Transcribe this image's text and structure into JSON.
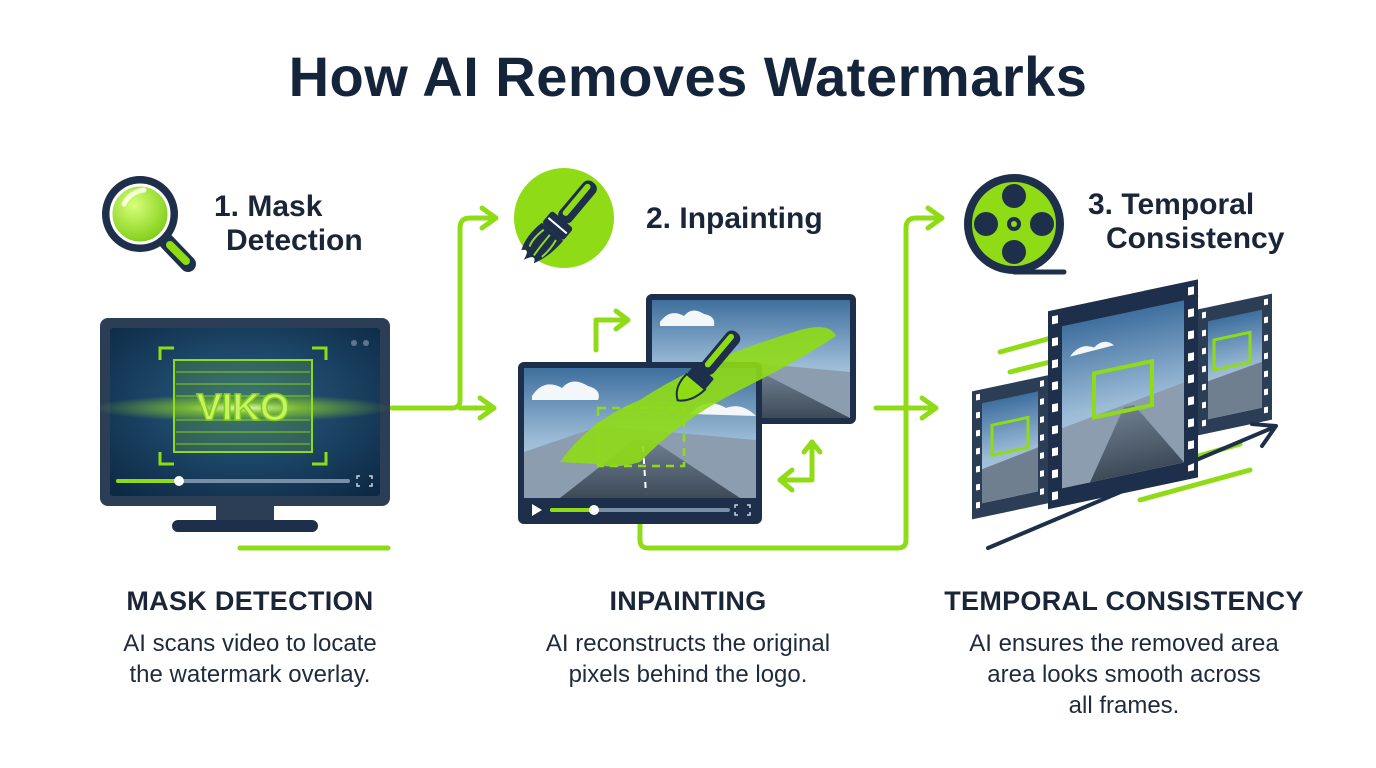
{
  "title": "How AI Removes Watermarks",
  "colors": {
    "accent": "#8fdc16",
    "navy": "#1d2f4a",
    "text": "#14243b"
  },
  "steps": [
    {
      "label_line1": "1. Mask",
      "label_line2": "Detection",
      "icon": "magnifier-icon",
      "heading": "MASK DETECTION",
      "desc_line1": "AI scans video to locate",
      "desc_line2": "the watermark overlay.",
      "screen_text": "VIKO"
    },
    {
      "label_line1": "2. Inpainting",
      "icon": "paintbrush-icon",
      "heading": "INPAINTING",
      "desc_line1": "AI reconstructs the original",
      "desc_line2": "pixels behind the logo."
    },
    {
      "label_line1": "3. Temporal",
      "label_line2": "Consistency",
      "icon": "film-reel-icon",
      "heading": "TEMPORAL CONSISTENCY",
      "desc_line1": "AI ensures the removed area",
      "desc_line2": "area looks smooth across",
      "desc_line3": "all frames."
    }
  ]
}
